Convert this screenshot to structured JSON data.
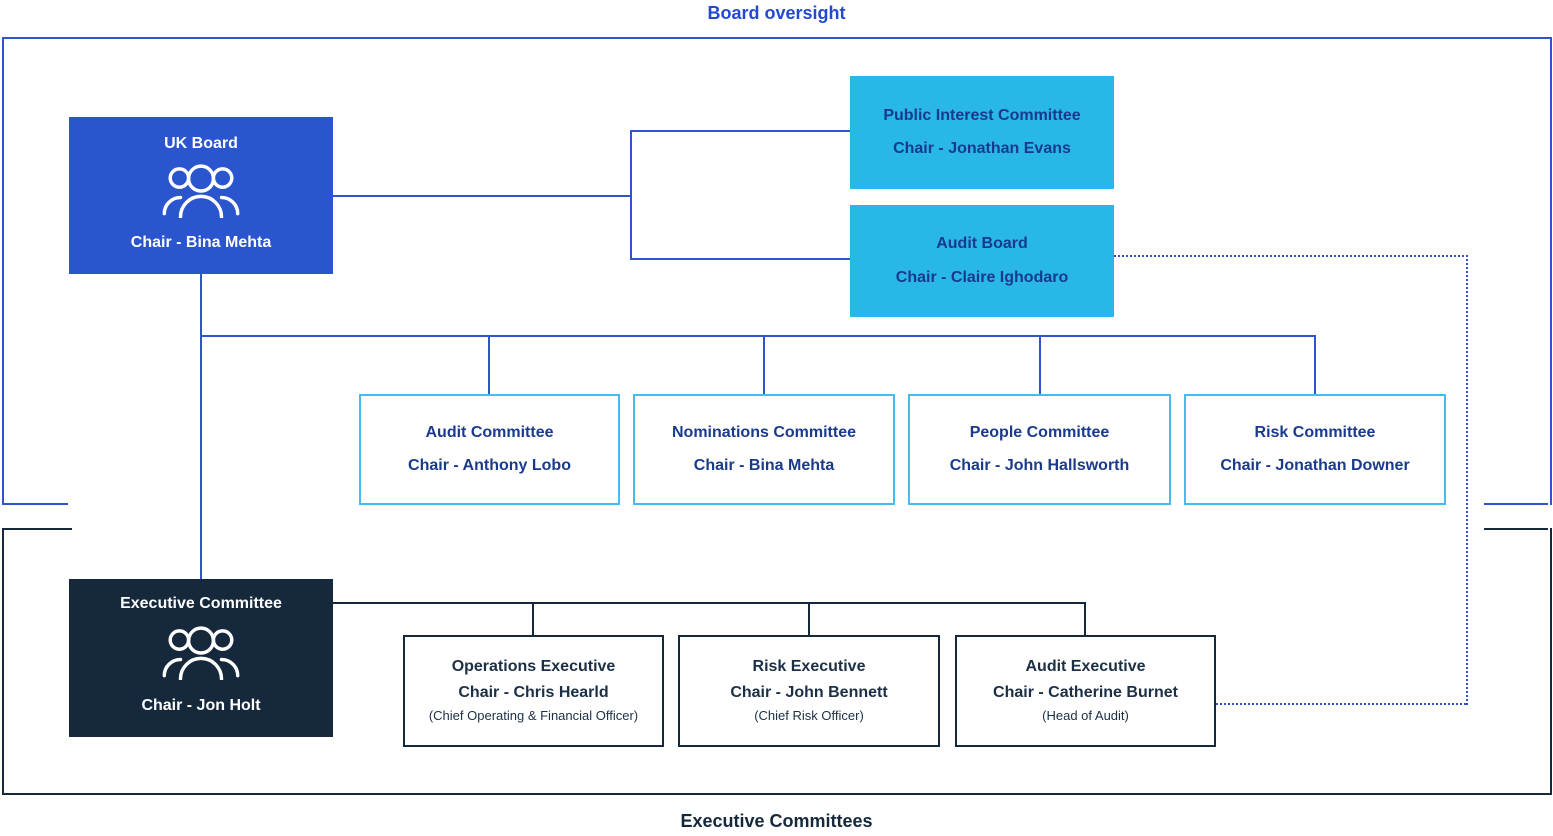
{
  "header": {
    "title": "Board oversight"
  },
  "footer": {
    "title": "Executive Committees"
  },
  "board_section": {
    "uk_board": {
      "title": "UK Board",
      "chair": "Chair - Bina Mehta",
      "icon": "people-icon"
    },
    "public_interest_committee": {
      "title": "Public Interest Committee",
      "chair": "Chair - Jonathan Evans"
    },
    "audit_board": {
      "title": "Audit Board",
      "chair": "Chair - Claire Ighodaro"
    },
    "committees": {
      "audit": {
        "title": "Audit Committee",
        "chair": "Chair - Anthony Lobo"
      },
      "nominations": {
        "title": "Nominations Committee",
        "chair": "Chair - Bina Mehta"
      },
      "people": {
        "title": "People Committee",
        "chair": "Chair - John Hallsworth"
      },
      "risk": {
        "title": "Risk Committee",
        "chair": "Chair - Jonathan Downer"
      }
    }
  },
  "executive_section": {
    "executive_committee": {
      "title": "Executive Committee",
      "chair": "Chair - Jon Holt",
      "icon": "people-icon"
    },
    "executives": {
      "operations": {
        "title": "Operations Executive",
        "chair": "Chair - Chris Hearld",
        "role": "(Chief Operating & Financial Officer)"
      },
      "risk": {
        "title": "Risk Executive",
        "chair": "Chair - John Bennett",
        "role": "(Chief Risk Officer)"
      },
      "audit": {
        "title": "Audit Executive",
        "chair": "Chair - Catherine Burnet",
        "role": "(Head of Audit)"
      }
    }
  },
  "connectors": {
    "audit_board_to_audit_executive": "dotted",
    "colors": {
      "board_line": "#2f55c8",
      "executive_line": "#15283c",
      "dotted_link": "#3352c5"
    }
  },
  "colors": {
    "primary_blue": "#2b55ce",
    "cyan": "#29b7e8",
    "cyan_border": "#47bcec",
    "dark_navy": "#15283c",
    "navy_text": "#1a3a8c",
    "title_blue": "#2449d1",
    "exec_text": "#1b2f45"
  }
}
